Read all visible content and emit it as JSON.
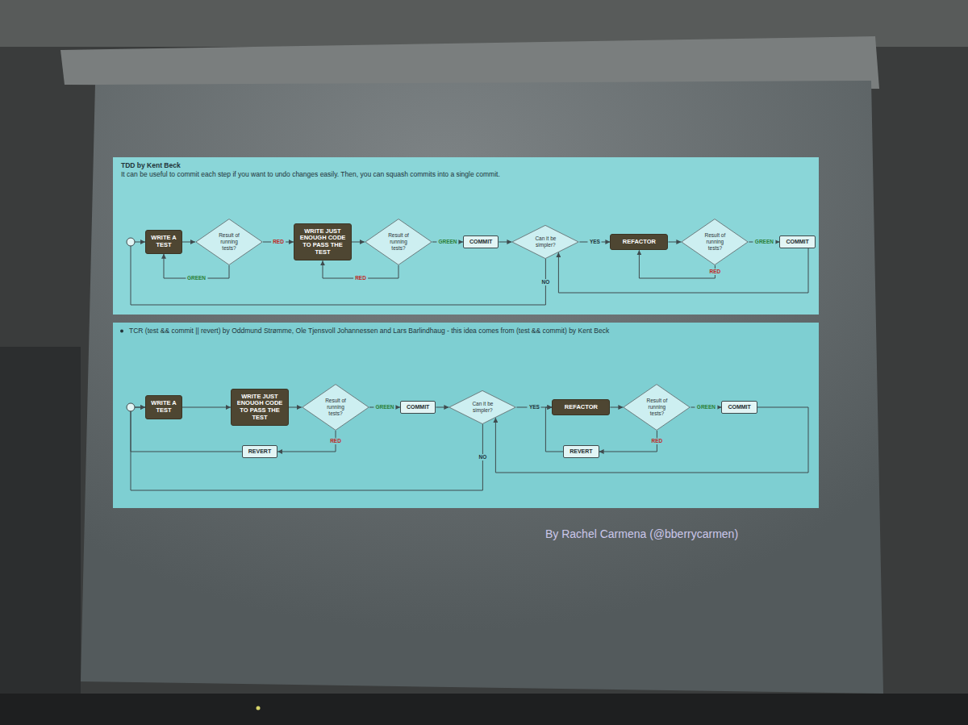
{
  "diagram": {
    "caption": "By Rachel Carmena (@bberrycarmen)",
    "nodes": [
      {
        "text": [
          "TDD by Kent Beck",
          "It can be useful to commit each step if you want to undo changes easily. Then, you can squash commits into a single commit."
        ]
      },
      {
        "text": [
          "WRITE A TEST"
        ],
        "in": 0
      },
      {
        "text": [
          "Result of running tests?"
        ],
        "in": 0
      },
      {
        "text": [
          "WRITE JUST ENOUGH CODE TO PASS THE TEST"
        ],
        "in": 0
      },
      {
        "text": [
          "Result of running tests?"
        ],
        "in": 0
      },
      {
        "text": [
          "COMMIT"
        ],
        "in": 0
      },
      {
        "text": [
          "Can it be simpler?"
        ],
        "in": 0
      },
      {
        "text": [
          "REFACTOR"
        ],
        "in": 0
      },
      {
        "text": [
          "Result of running tests?"
        ],
        "in": 0
      },
      {
        "text": [
          "COMMIT"
        ],
        "in": 0
      },
      {
        "text": [
          "TCR (test && commit || revert) by Oddmund Strømme, Ole Tjensvoll Johannessen and Lars Barlindhaug - this idea comes from (test && commit) by Kent Beck"
        ]
      },
      {
        "text": [
          "WRITE A TEST"
        ],
        "in": 10
      },
      {
        "text": [
          "WRITE JUST ENOUGH CODE TO PASS THE TEST"
        ],
        "in": 10
      },
      {
        "text": [
          "Result of running tests?"
        ],
        "in": 10
      },
      {
        "text": [
          "COMMIT"
        ],
        "in": 10
      },
      {
        "text": [
          "Can it be simpler?"
        ],
        "in": 10
      },
      {
        "text": [
          "REFACTOR"
        ],
        "in": 10
      },
      {
        "text": [
          "Result of running tests?"
        ],
        "in": 10
      },
      {
        "text": [
          "COMMIT"
        ],
        "in": 10
      },
      {
        "text": [
          "REVERT"
        ],
        "in": 10
      },
      {
        "text": [
          "REVERT"
        ],
        "in": 10
      }
    ],
    "edges": [
      {
        "from": 1,
        "to": 2,
        "arrow": "to"
      },
      {
        "from": 2,
        "to": 3,
        "label": "RED",
        "arrow": "to"
      },
      {
        "from": 2,
        "to": 1,
        "label": "GREEN",
        "arrow": "to"
      },
      {
        "from": 3,
        "to": 4,
        "arrow": "to"
      },
      {
        "from": 4,
        "to": 5,
        "label": "GREEN",
        "arrow": "to"
      },
      {
        "from": 4,
        "to": 3,
        "label": "RED",
        "arrow": "to"
      },
      {
        "from": 5,
        "to": 6,
        "arrow": "to"
      },
      {
        "from": 6,
        "to": 7,
        "label": "YES",
        "arrow": "to"
      },
      {
        "from": 6,
        "to": 1,
        "label": "NO",
        "arrow": "to"
      },
      {
        "from": 7,
        "to": 8,
        "arrow": "to"
      },
      {
        "from": 8,
        "to": 9,
        "label": "GREEN",
        "arrow": "to"
      },
      {
        "from": 8,
        "to": 7,
        "label": "RED",
        "arrow": "to"
      },
      {
        "from": 9,
        "to": 6,
        "arrow": "to"
      },
      {
        "from": 11,
        "to": 12,
        "arrow": "to"
      },
      {
        "from": 12,
        "to": 13,
        "arrow": "to"
      },
      {
        "from": 13,
        "to": 14,
        "label": "GREEN",
        "arrow": "to"
      },
      {
        "from": 13,
        "to": 19,
        "label": "RED",
        "arrow": "to"
      },
      {
        "from": 19,
        "to": 11,
        "arrow": "to"
      },
      {
        "from": 14,
        "to": 15,
        "arrow": "to"
      },
      {
        "from": 15,
        "to": 16,
        "label": "YES",
        "arrow": "to"
      },
      {
        "from": 15,
        "to": 11,
        "label": "NO",
        "arrow": "to"
      },
      {
        "from": 16,
        "to": 17,
        "arrow": "to"
      },
      {
        "from": 17,
        "to": 18,
        "label": "GREEN",
        "arrow": "to"
      },
      {
        "from": 17,
        "to": 20,
        "label": "RED",
        "arrow": "to"
      },
      {
        "from": 20,
        "to": 16,
        "arrow": "to"
      },
      {
        "from": 18,
        "to": 15,
        "arrow": "to"
      }
    ]
  }
}
